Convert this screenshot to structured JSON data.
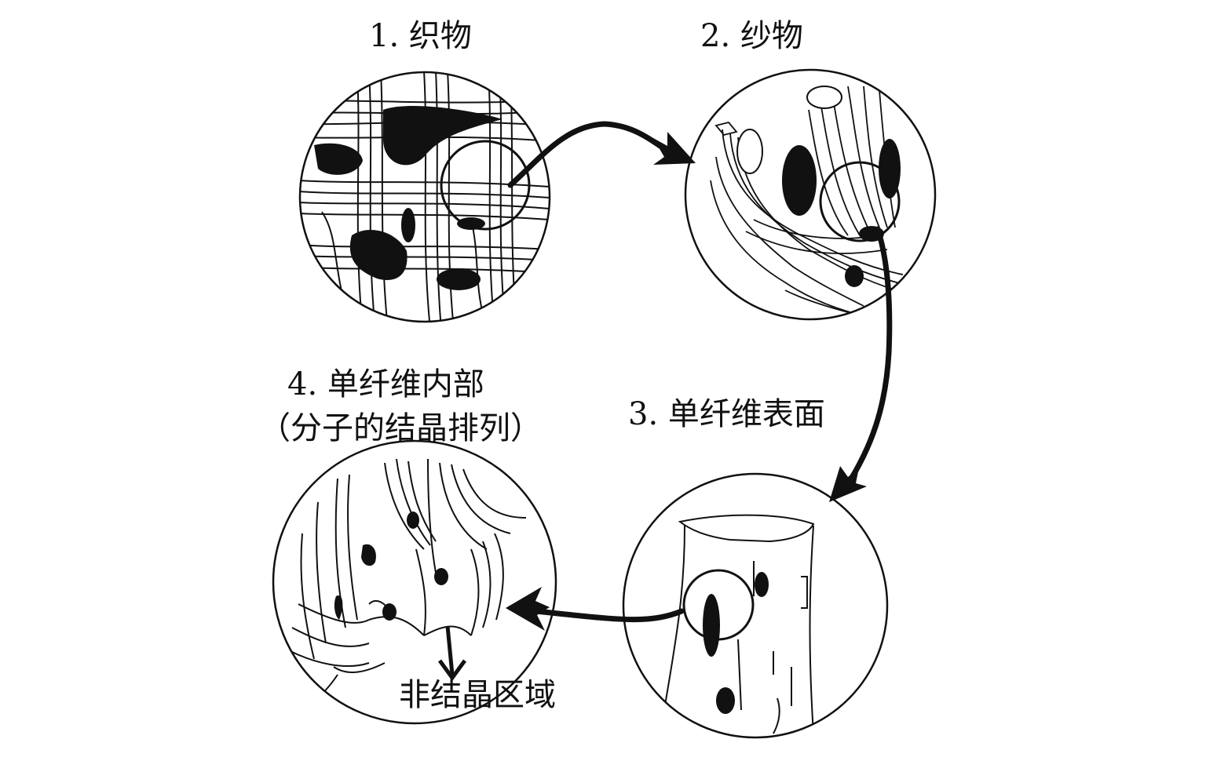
{
  "labels": {
    "panel1": "1. 织物",
    "panel2": "2. 纱物",
    "panel3": "3. 单纤维表面",
    "panel4_line1": "4. 单纤维内部",
    "panel4_line2": "（分子的结晶排列）",
    "amorphous": "非结晶区域"
  },
  "colors": {
    "ink": "#111111",
    "background": "#ffffff"
  },
  "icons": {
    "connector": "curved-arrow-icon",
    "pointer": "down-arrow-icon"
  }
}
